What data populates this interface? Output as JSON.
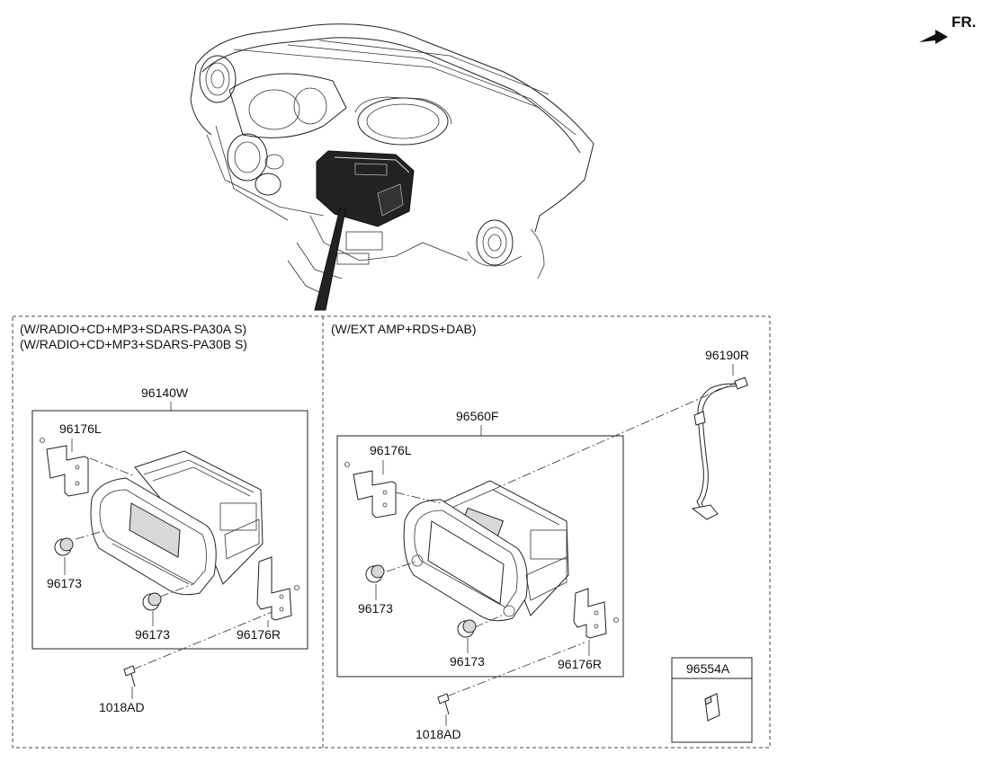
{
  "direction_marker": {
    "label": "FR."
  },
  "sections": [
    {
      "id": "left",
      "notes": [
        "(W/RADIO+CD+MP3+SDARS-PA30A S)",
        "(W/RADIO+CD+MP3+SDARS-PA30B S)"
      ],
      "assembly": "96140W",
      "parts": {
        "bracket_left": "96176L",
        "knob_top": "96173",
        "knob_bottom": "96173",
        "bracket_right": "96176R",
        "screw": "1018AD"
      }
    },
    {
      "id": "right",
      "notes": [
        "(W/EXT AMP+RDS+DAB)"
      ],
      "assembly": "96560F",
      "parts": {
        "bracket_left": "96176L",
        "knob_top": "96173",
        "knob_bottom": "96173",
        "bracket_right": "96176R",
        "screw": "1018AD",
        "cable": "96190R",
        "sd_card": "96554A"
      }
    }
  ]
}
